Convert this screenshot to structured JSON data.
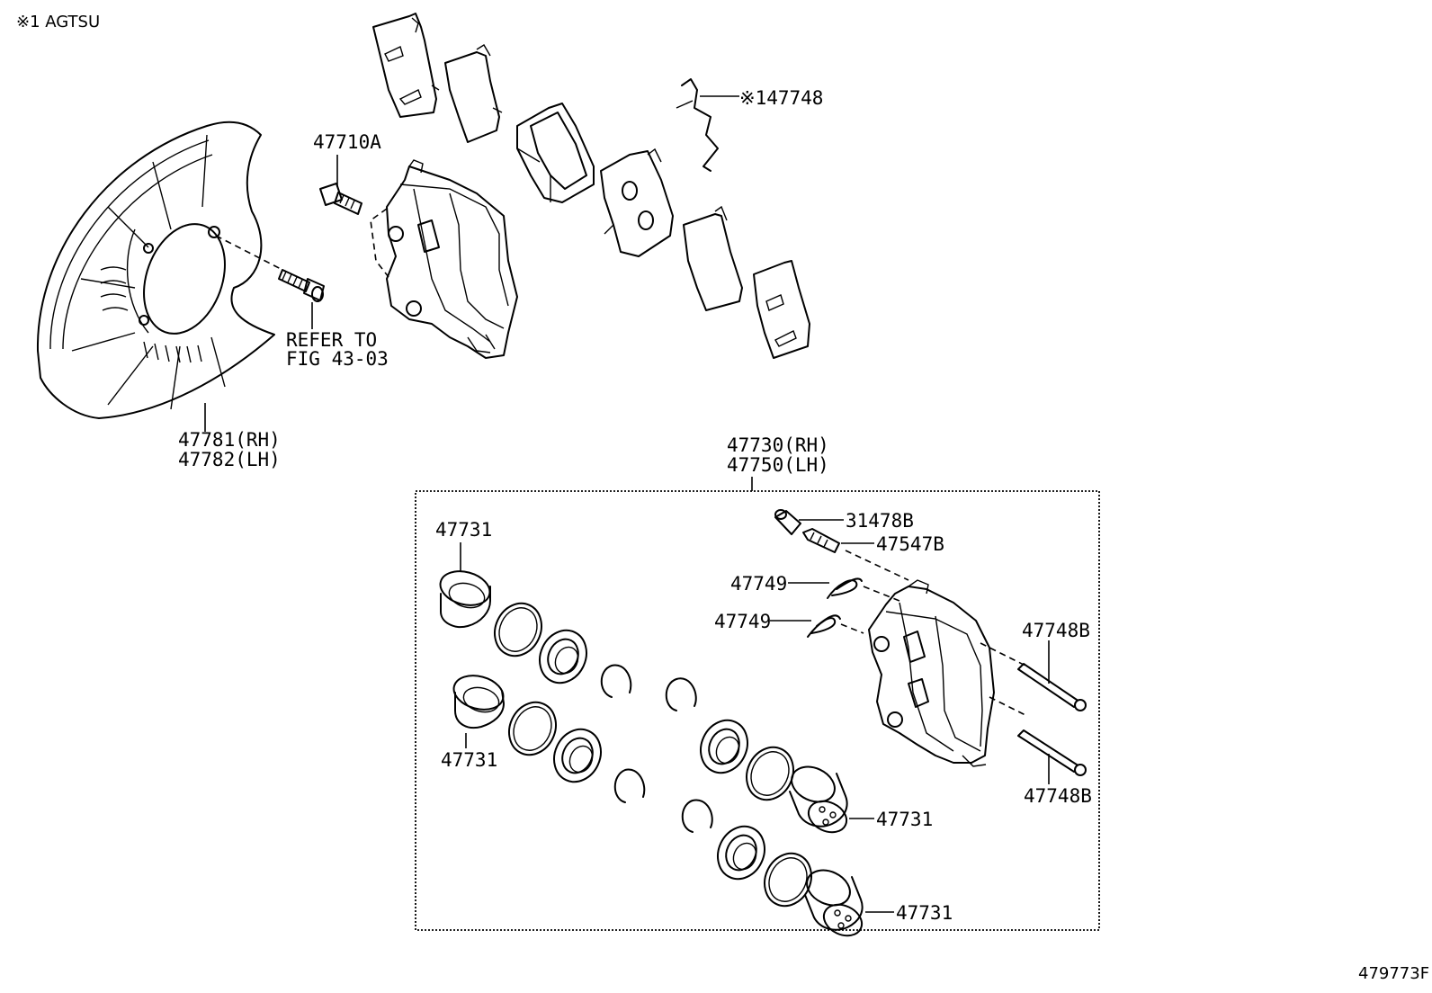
{
  "header": {
    "note": "※1 AGTSU"
  },
  "footer": {
    "illustration_code": "479773F"
  },
  "callouts": {
    "shield_rh": "47781(RH)",
    "shield_lh": "47782(LH)",
    "bolt": "47710A",
    "refer_line1": "REFER TO",
    "refer_line2": "FIG 43-03",
    "spring": "※147748",
    "assembly_rh": "47730(RH)",
    "assembly_lh": "47750(LH)",
    "bleeder_cap": "31478B",
    "bleeder_plug": "47547B",
    "clip_upper": "47749",
    "clip_lower": "47749",
    "pin_upper": "47748B",
    "pin_lower": "47748B",
    "piston_top_left": "47731",
    "piston_mid_left": "47731",
    "piston_right_upper": "47731",
    "piston_right_lower": "47731"
  }
}
